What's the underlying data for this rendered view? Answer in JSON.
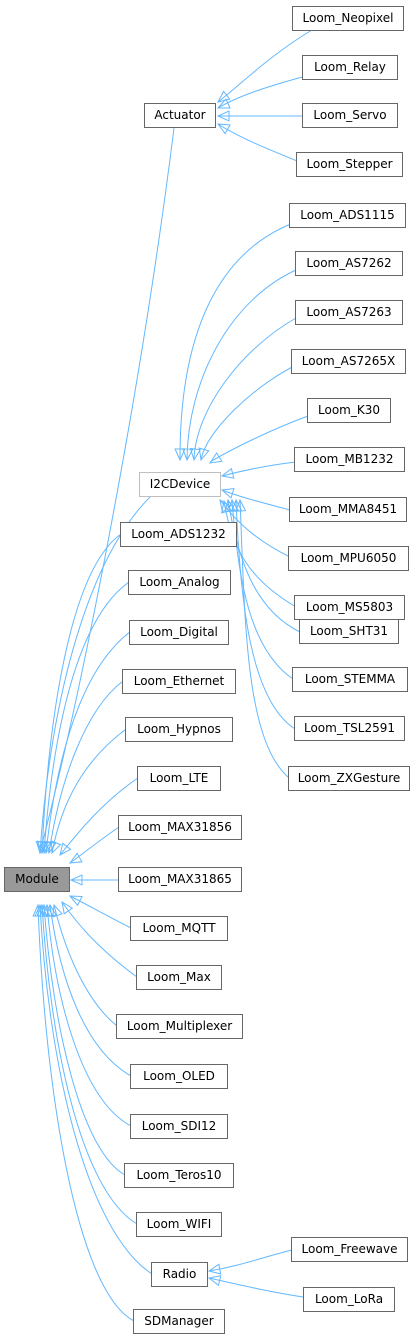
{
  "diagram": {
    "edge_color": "#63b8ff",
    "nodes": {
      "module": "Module",
      "actuator": "Actuator",
      "neopixel": "Loom_Neopixel",
      "relay": "Loom_Relay",
      "servo": "Loom_Servo",
      "stepper": "Loom_Stepper",
      "i2cdevice": "I2CDevice",
      "ads1115": "Loom_ADS1115",
      "as7262": "Loom_AS7262",
      "as7263": "Loom_AS7263",
      "as7265x": "Loom_AS7265X",
      "k30": "Loom_K30",
      "mb1232": "Loom_MB1232",
      "mma8451": "Loom_MMA8451",
      "mpu6050": "Loom_MPU6050",
      "ms5803": "Loom_MS5803",
      "sht31": "Loom_SHT31",
      "stemma": "Loom_STEMMA",
      "tsl2591": "Loom_TSL2591",
      "zxgesture": "Loom_ZXGesture",
      "ads1232": "Loom_ADS1232",
      "analog": "Loom_Analog",
      "digital": "Loom_Digital",
      "ethernet": "Loom_Ethernet",
      "hypnos": "Loom_Hypnos",
      "lte": "Loom_LTE",
      "max31856": "Loom_MAX31856",
      "max31865": "Loom_MAX31865",
      "mqtt": "Loom_MQTT",
      "max": "Loom_Max",
      "multiplexer": "Loom_Multiplexer",
      "oled": "Loom_OLED",
      "sdi12": "Loom_SDI12",
      "teros10": "Loom_Teros10",
      "wifi": "Loom_WIFI",
      "radio": "Radio",
      "freewave": "Loom_Freewave",
      "lora": "Loom_LoRa",
      "sdmanager": "SDManager"
    }
  }
}
